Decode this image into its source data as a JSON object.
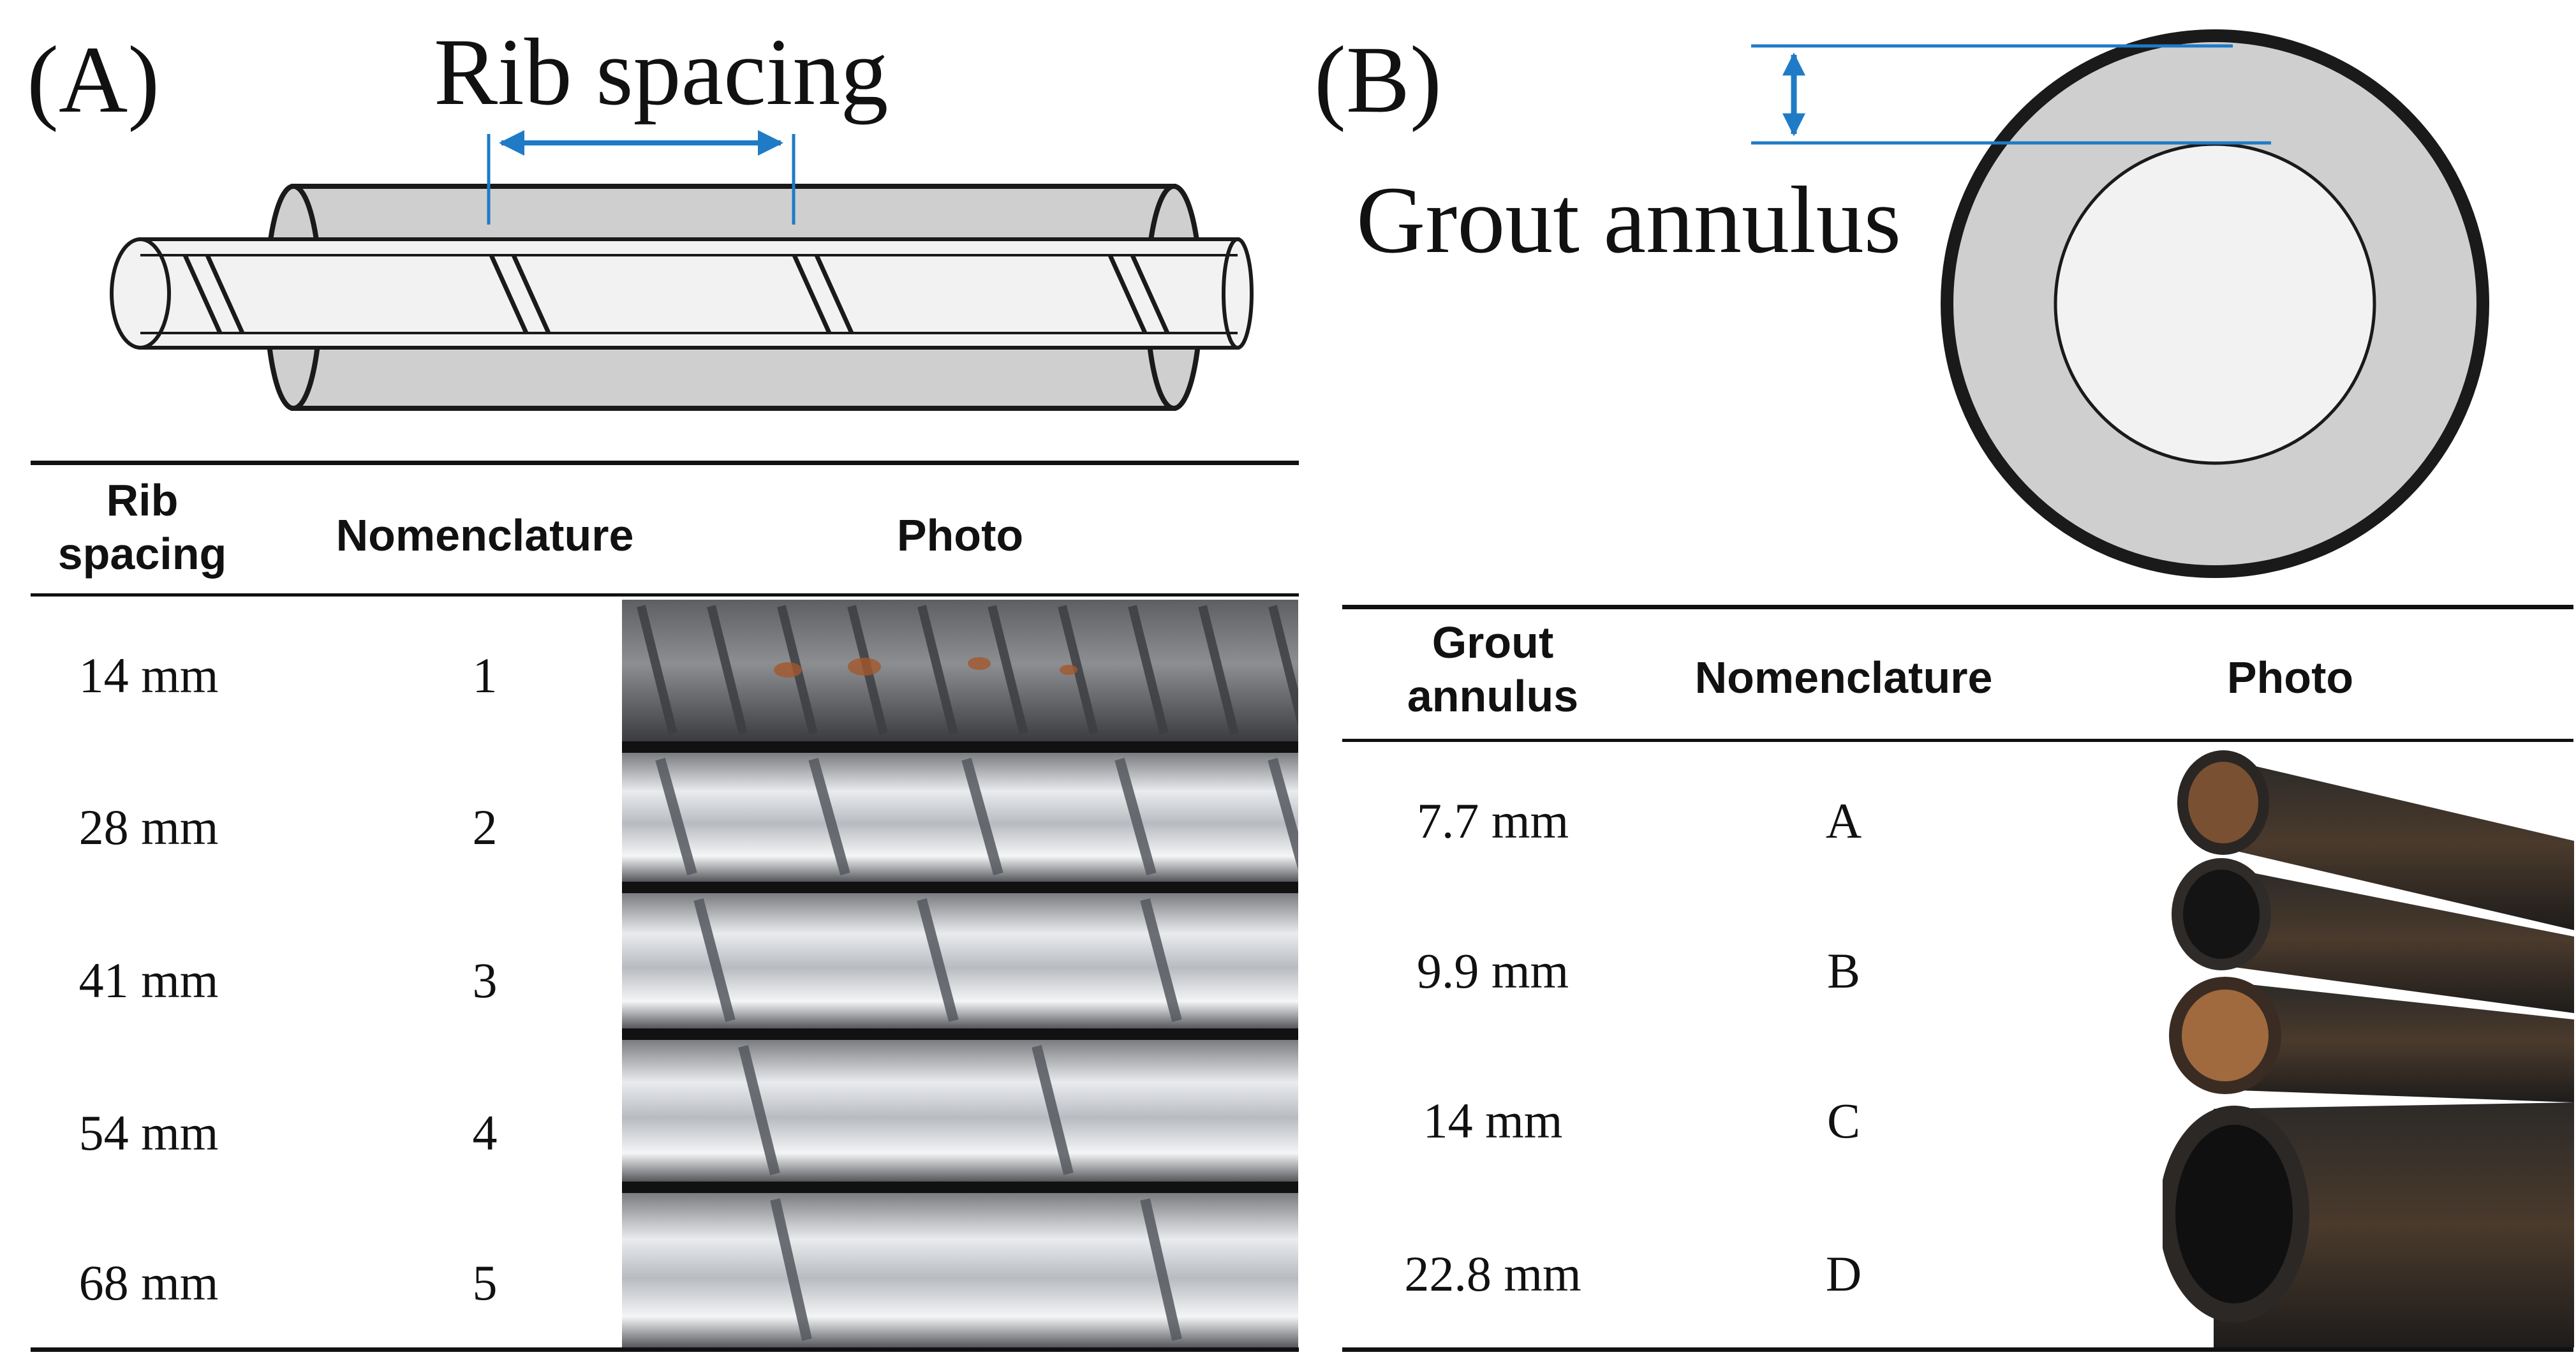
{
  "panel_a": {
    "label": "(A)",
    "diagram_title": "Rib spacing",
    "table": {
      "headers": {
        "col1": "Rib spacing",
        "col1_line1": "Rib",
        "col1_line2": "spacing",
        "col2": "Nomenclature",
        "col3": "Photo"
      },
      "rows": [
        {
          "value": "14 mm",
          "name": "1"
        },
        {
          "value": "28 mm",
          "name": "2"
        },
        {
          "value": "41 mm",
          "name": "3"
        },
        {
          "value": "54 mm",
          "name": "4"
        },
        {
          "value": "68 mm",
          "name": "5"
        }
      ]
    }
  },
  "panel_b": {
    "label": "(B)",
    "diagram_title": "Grout annulus",
    "table": {
      "headers": {
        "col1": "Grout annulus",
        "col1_line1": "Grout",
        "col1_line2": "annulus",
        "col2": "Nomenclature",
        "col3": "Photo"
      },
      "rows": [
        {
          "value": "7.7 mm",
          "name": "A"
        },
        {
          "value": "9.9 mm",
          "name": "B"
        },
        {
          "value": "14 mm",
          "name": "C"
        },
        {
          "value": "22.8 mm",
          "name": "D"
        }
      ]
    }
  },
  "colors": {
    "dimension_line": "#1f7bc6",
    "sleeve_fill": "#cfcfcf",
    "bar_fill": "#f2f2f2",
    "outline": "#1a1a1a"
  }
}
